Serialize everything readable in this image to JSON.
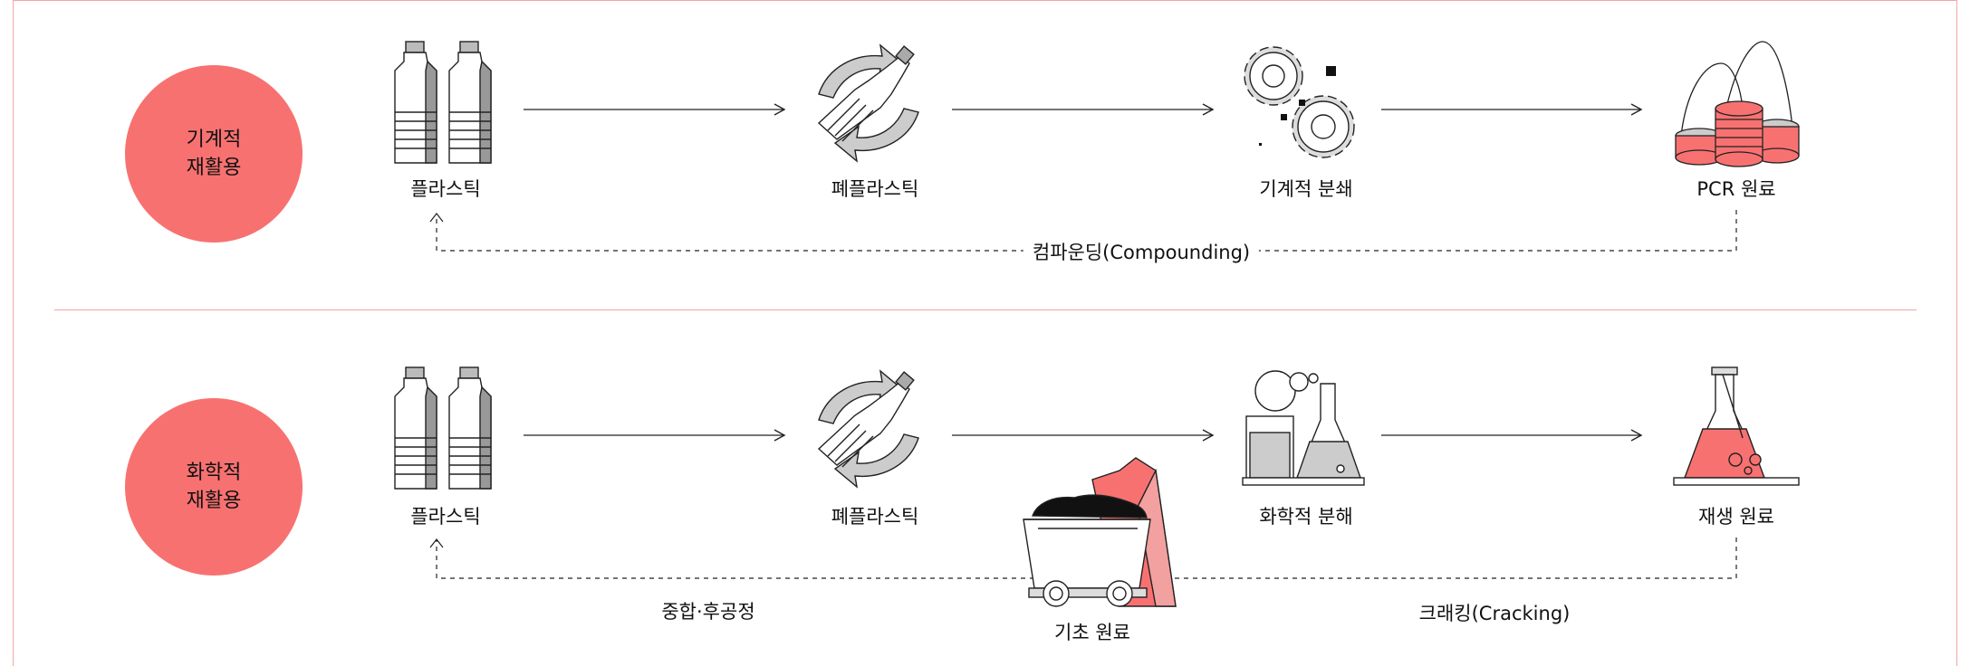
{
  "rows": [
    {
      "category": [
        "기계적",
        "재활용"
      ],
      "steps": [
        "플라스틱",
        "폐플라스틱",
        "기계적 분쇄",
        "PCR 원료"
      ],
      "return_label": "컴파운딩(Compounding)"
    },
    {
      "category": [
        "화학적",
        "재활용"
      ],
      "steps": [
        "플라스틱",
        "폐플라스틱",
        "화학적 분해",
        "재생 원료"
      ],
      "return_label_left": "중합·후공정",
      "return_label_right": "크래킹(Cracking)",
      "base_material": "기초 원료"
    }
  ],
  "colors": {
    "accent": "#f87171",
    "border": "#f4a5a5",
    "line": "#222222"
  },
  "icons": [
    "plastic-bottles-icon",
    "recycle-bottle-icon",
    "gears-icon",
    "pcr-pellets-icon",
    "lab-equipment-icon",
    "flask-icon",
    "ore-cart-icon"
  ]
}
